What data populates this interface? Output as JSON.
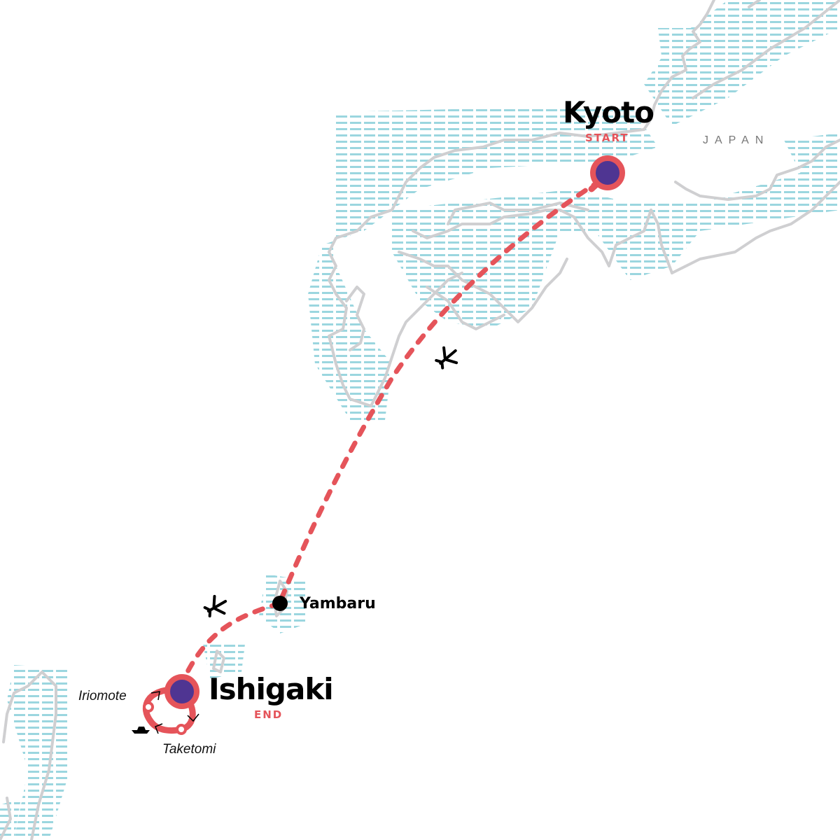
{
  "colors": {
    "route": "#e5545a",
    "stop_fill": "#4f3592",
    "coast": "#cfcfd1",
    "water_hatch": "#9bd6df",
    "label": "#000000",
    "country_label": "#777777"
  },
  "country": {
    "label": "JAPAN"
  },
  "start": {
    "name": "Kyoto",
    "tag": "START"
  },
  "end": {
    "name": "Ishigaki",
    "tag": "END"
  },
  "stops": [
    {
      "name": "Yambaru",
      "type": "waypoint"
    }
  ],
  "islands": [
    {
      "name": "Iriomote"
    },
    {
      "name": "Taketomi"
    }
  ],
  "icons": [
    {
      "name": "plane-icon",
      "leg": "Kyoto to Yambaru"
    },
    {
      "name": "plane-icon",
      "leg": "Yambaru to Ishigaki"
    },
    {
      "name": "boat-icon",
      "leg": "Ishigaki island loop"
    }
  ]
}
